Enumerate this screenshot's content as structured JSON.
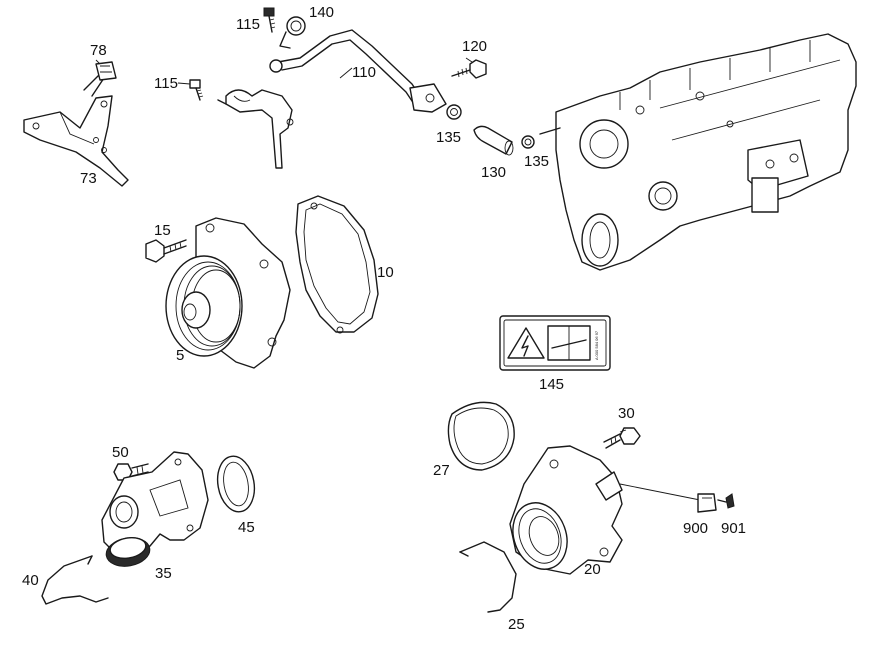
{
  "labels": {
    "p73": "73",
    "p78": "78",
    "p115a": "115",
    "p115b": "115",
    "p140": "140",
    "p110": "110",
    "p120": "120",
    "p135a": "135",
    "p130": "130",
    "p135b": "135",
    "p15": "15",
    "p10": "10",
    "p5": "5",
    "p145": "145",
    "p30": "30",
    "p27": "27",
    "p50": "50",
    "p45": "45",
    "p40": "40",
    "p35": "35",
    "p20": "20",
    "p900": "900",
    "p901": "901",
    "p25": "25"
  },
  "warning_label": {
    "part_code": "A 000 584 06 97"
  }
}
